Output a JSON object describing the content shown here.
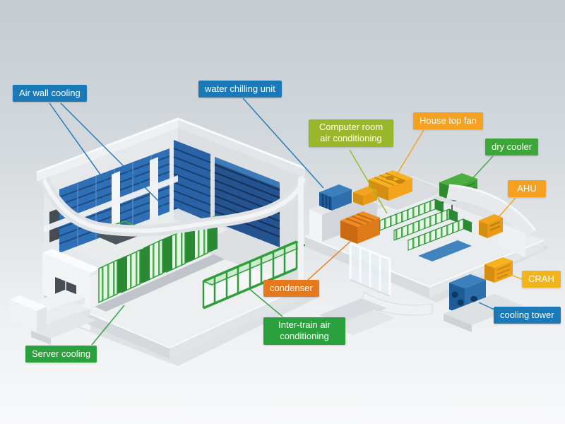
{
  "scene": {
    "description": "Data center cooling systems cutaway diagram with two isometric buildings and labeled cooling equipment"
  },
  "labels": {
    "air_wall_cooling": {
      "text": "Air wall cooling",
      "color": "#1b79b8"
    },
    "water_chilling_unit": {
      "text": "water chilling unit",
      "color": "#1b79b8"
    },
    "computer_room_ac": {
      "text": "Computer room air conditioning",
      "color": "#9ab62a"
    },
    "house_top_fan": {
      "text": "House top fan",
      "color": "#f5a01e"
    },
    "dry_cooler": {
      "text": "dry cooler",
      "color": "#3da639"
    },
    "ahu": {
      "text": "AHU",
      "color": "#f5a01e"
    },
    "crah": {
      "text": "CRAH",
      "color": "#f0b41c"
    },
    "cooling_tower": {
      "text": "cooling tower",
      "color": "#1b79b8"
    },
    "condenser": {
      "text": "condenser",
      "color": "#e4791d"
    },
    "inter_train_ac": {
      "text": "Inter-train air conditioning",
      "color": "#2aa13c"
    },
    "server_cooling": {
      "text": "Server cooling",
      "color": "#2aa13c"
    }
  },
  "palette": {
    "server_rack_blue": "#2f6fb5",
    "cooling_unit_green": "#3aa93f",
    "condenser_orange": "#ef8c25",
    "fan_yellow": "#f7b31f",
    "cooling_tower_blue": "#2f77b8",
    "structure_gray": "#e6e9eb"
  }
}
